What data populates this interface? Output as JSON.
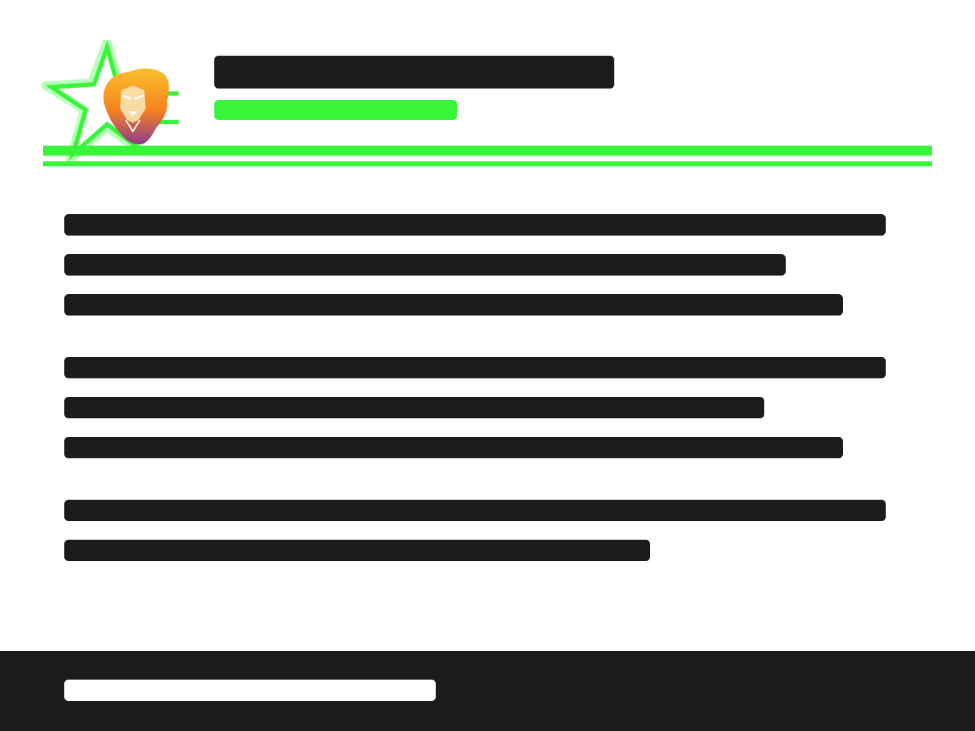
{
  "colors": {
    "ink": "#1c1c1d",
    "accent": "#39f53a",
    "logo_orange": "#f5821f",
    "logo_yellow": "#fbc02d",
    "logo_purple": "#8e3b8c"
  },
  "header": {
    "logo_icons": [
      "star-icon",
      "lion-icon"
    ],
    "title_placeholder": "",
    "subtitle_placeholder": ""
  },
  "content": {
    "paragraphs": [
      {
        "lines": 3
      },
      {
        "lines": 3
      },
      {
        "lines": 2
      }
    ]
  },
  "footer": {
    "text_placeholder": ""
  }
}
